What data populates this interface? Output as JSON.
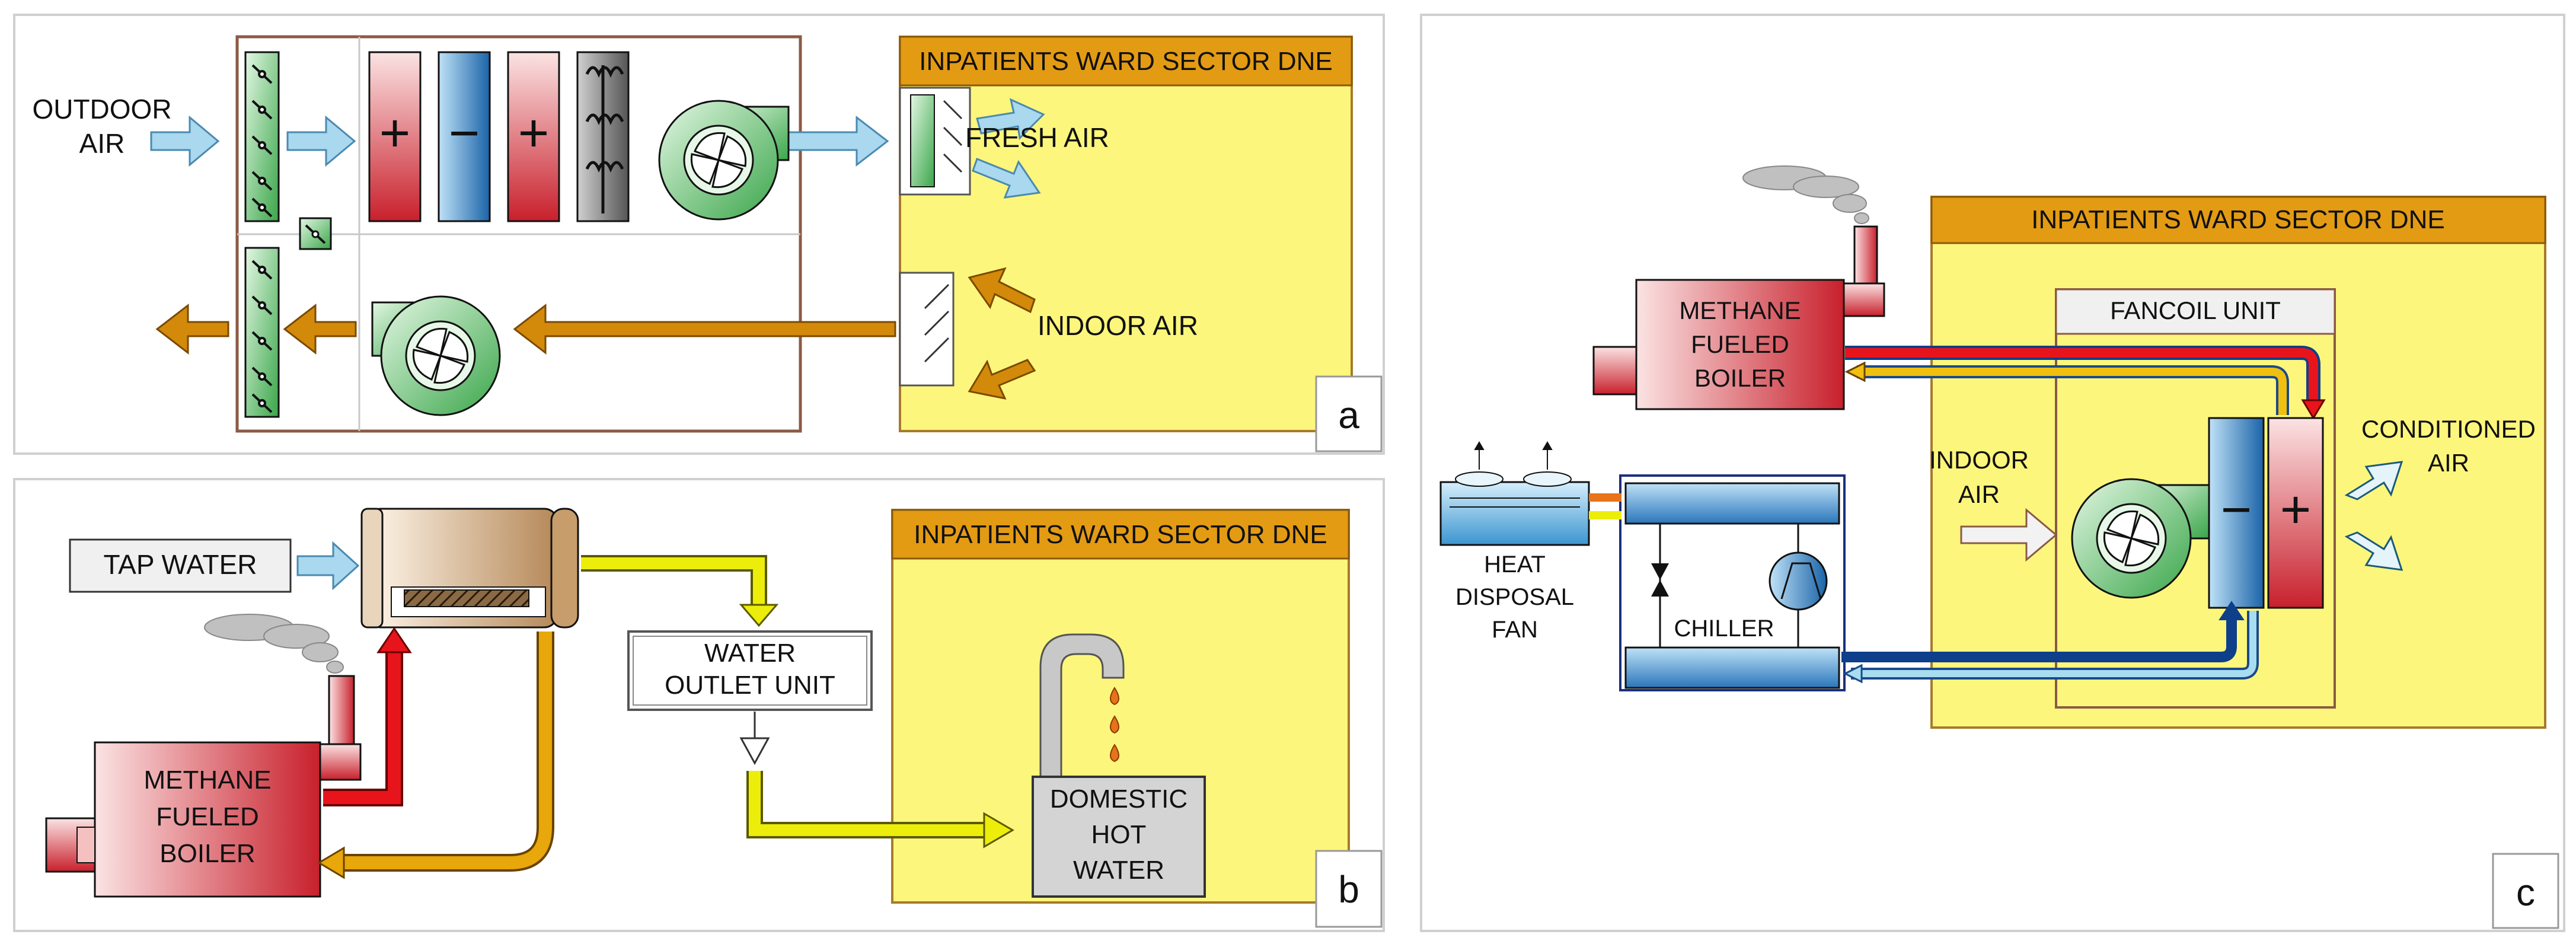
{
  "panel_a": {
    "letter": "a",
    "outdoor_air": [
      "OUTDOOR",
      "AIR"
    ],
    "ward_title": "INPATIENTS WARD SECTOR DNE",
    "fresh_air": "FRESH AIR",
    "indoor_air": "INDOOR AIR",
    "plus_sign": "+",
    "minus_sign": "−"
  },
  "panel_b": {
    "letter": "b",
    "tap_water": "TAP WATER",
    "ward_title": "INPATIENTS WARD SECTOR DNE",
    "outlet_unit": [
      "WATER",
      "OUTLET UNIT"
    ],
    "boiler": [
      "METHANE",
      "FUELED",
      "BOILER"
    ],
    "dhw": [
      "DOMESTIC",
      "HOT",
      "WATER"
    ]
  },
  "panel_c": {
    "letter": "c",
    "ward_title": "INPATIENTS WARD SECTOR DNE",
    "fancoil": "FANCOIL UNIT",
    "boiler": [
      "METHANE",
      "FUELED",
      "BOILER"
    ],
    "indoor_air": [
      "INDOOR",
      "AIR"
    ],
    "conditioned_air": [
      "CONDITIONED",
      "AIR"
    ],
    "heat_fan": [
      "HEAT",
      "DISPOSAL",
      "FAN"
    ],
    "chiller": "CHILLER",
    "plus_sign": "+",
    "minus_sign": "−"
  },
  "colors": {
    "ward_fill": "#fdf67c",
    "ward_header": "#e39b14",
    "air_blue": "#a9d8ef",
    "air_orange": "#d38a0a",
    "hot_red": "#e8141c",
    "cold_blue": "#0d3f8a",
    "light_blue": "#a8dcf0",
    "yellow_pipe": "#eded0b"
  }
}
